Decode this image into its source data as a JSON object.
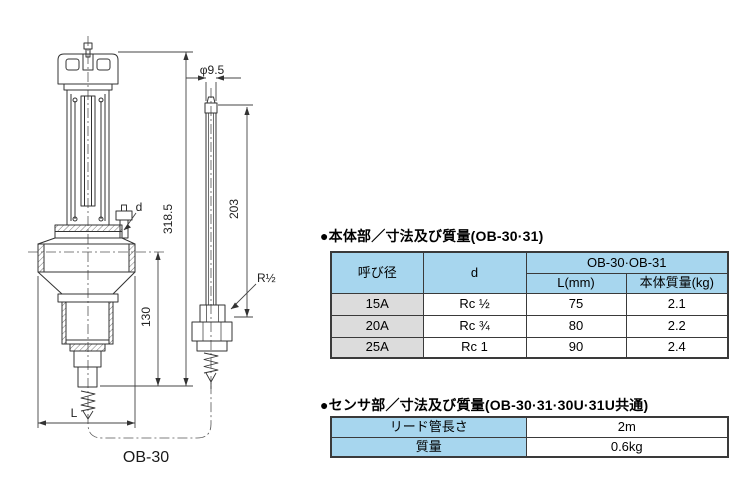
{
  "colors": {
    "header_blue": "#a7d6ee",
    "row_gray": "#dcdcdc",
    "line_dark": "#3a3a3a"
  },
  "drawing": {
    "caption": "OB-30",
    "dims": {
      "probe_dia": "φ9.5",
      "probe_length": "203",
      "overall_height": "318.5",
      "lower_height": "130",
      "port_label": "d",
      "face_to_face": "L",
      "sensor_thread": "R½"
    }
  },
  "body_section": {
    "title": "●本体部／寸法及び質量(OB-30·31)",
    "table": {
      "headers": {
        "size": "呼び径",
        "d": "d",
        "group": "OB-30·OB-31",
        "length": "L(mm)",
        "mass": "本体質量(kg)"
      },
      "rows": [
        {
          "size": "15A",
          "d": "Rc ½",
          "length": "75",
          "mass": "2.1"
        },
        {
          "size": "20A",
          "d": "Rc ¾",
          "length": "80",
          "mass": "2.2"
        },
        {
          "size": "25A",
          "d": "Rc 1",
          "length": "90",
          "mass": "2.4"
        }
      ]
    }
  },
  "sensor_section": {
    "title": "●センサ部／寸法及び質量(OB-30·31·30U·31U共通)",
    "table": {
      "rows": [
        {
          "label": "リード管長さ",
          "value": "2m"
        },
        {
          "label": "質量",
          "value": "0.6kg"
        }
      ]
    }
  }
}
